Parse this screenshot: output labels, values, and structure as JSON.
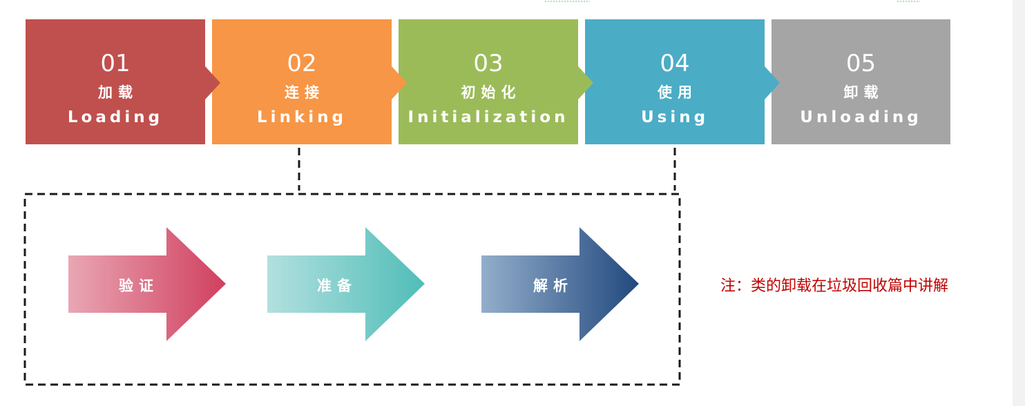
{
  "stages": [
    {
      "number": "01",
      "name_cn": "加载",
      "name_en": "Loading",
      "color": "#c0504d"
    },
    {
      "number": "02",
      "name_cn": "连接",
      "name_en": "Linking",
      "color": "#f79646"
    },
    {
      "number": "03",
      "name_cn": "初始化",
      "name_en": "Initialization",
      "color": "#9bbb59"
    },
    {
      "number": "04",
      "name_cn": "使用",
      "name_en": "Using",
      "color": "#4bacc6"
    },
    {
      "number": "05",
      "name_cn": "卸载",
      "name_en": "Unloading",
      "color": "#a5a5a5"
    }
  ],
  "linking_steps": [
    {
      "label": "验证",
      "gradient": [
        "#e9a6b4",
        "#d0405f"
      ]
    },
    {
      "label": "准备",
      "gradient": [
        "#b2e0df",
        "#50bdb8"
      ]
    },
    {
      "label": "解析",
      "gradient": [
        "#93aecb",
        "#22497e"
      ]
    }
  ],
  "note": "注：类的卸载在垃圾回收篇中讲解"
}
